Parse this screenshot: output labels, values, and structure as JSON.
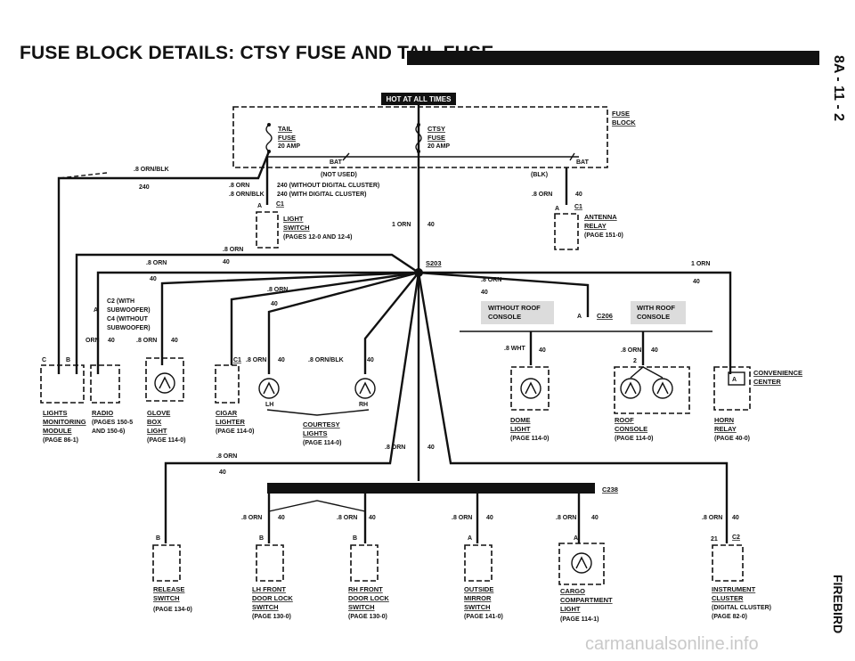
{
  "title": "FUSE BLOCK DETAILS: CTSY FUSE AND TAIL FUSE",
  "side_top": "8A - 11 - 2",
  "side_bottom": "FIREBIRD",
  "watermark": "carmanualsonline.info",
  "hot_label": "HOT AT ALL TIMES",
  "fuse_block": {
    "title": [
      "FUSE",
      "BLOCK"
    ]
  },
  "tail_fuse": [
    "TAIL",
    "FUSE",
    "20 AMP"
  ],
  "ctsy_fuse": [
    "CTSY",
    "FUSE",
    "20 AMP"
  ],
  "bat_left": "BAT",
  "bat_right": "BAT",
  "wire_notes": {
    "orn_blk_top": ".8 ORN/BLK",
    "c240_left": "240",
    "orn_08": ".8 ORN",
    "orn_blk_08": ".8 ORN/BLK",
    "c240_no_digital": "240 (WITHOUT DIGITAL CLUSTER)",
    "c240_digital": "240 (WITH DIGITAL CLUSTER)",
    "not_used": "(NOT USED)",
    "blk": "(BLK)",
    "orn_1": "1 ORN",
    "c40": "40",
    "a": "A",
    "b": "B",
    "c": "C",
    "c1": "C1",
    "c2": "C2",
    "c21": "21",
    "c2_num": "2",
    "orn_wht": ".8 WHT"
  },
  "light_switch": [
    "LIGHT",
    "SWITCH",
    "(PAGES 12-0 AND 12-4)"
  ],
  "antenna_relay": [
    "ANTENNA",
    "RELAY",
    "(PAGE 151-0)"
  ],
  "splices": {
    "s203": "S203",
    "c238": "C238",
    "c206": "C206"
  },
  "c2_note": [
    "C2 (WITH",
    "SUBWOOFER)",
    "C4 (WITHOUT",
    "SUBWOOFER)"
  ],
  "roof": {
    "without": [
      "WITHOUT ROOF",
      "CONSOLE"
    ],
    "with": [
      "WITH ROOF",
      "CONSOLE"
    ]
  },
  "lh": "LH",
  "rh": "RH",
  "components_top": [
    {
      "name": [
        "LIGHTS",
        "MONITORING",
        "MODULE"
      ],
      "page": "(PAGE 86-1)"
    },
    {
      "name": [
        "RADIO"
      ],
      "page": "(PAGES 150-5",
      "page2": "AND 150-6)"
    },
    {
      "name": [
        "GLOVE",
        "BOX",
        "LIGHT"
      ],
      "page": "(PAGE 114-0)"
    },
    {
      "name": [
        "CIGAR",
        "LIGHTER"
      ],
      "page": "(PAGE 114-0)"
    },
    {
      "name": [
        "COURTESY",
        "LIGHTS"
      ],
      "page": "(PAGE 114-0)"
    },
    {
      "name": [
        "DOME",
        "LIGHT"
      ],
      "page": "(PAGE 114-0)"
    },
    {
      "name": [
        "ROOF",
        "CONSOLE"
      ],
      "page": "(PAGE 114-0)"
    },
    {
      "name": [
        "HORN",
        "RELAY"
      ],
      "page": "(PAGE 40-0)"
    },
    {
      "name": [
        "CONVENIENCE",
        "CENTER"
      ],
      "page": ""
    }
  ],
  "components_bottom": [
    {
      "name": [
        "RELEASE",
        "SWITCH"
      ],
      "page": "(PAGE 134-0)"
    },
    {
      "name": [
        "LH FRONT",
        "DOOR LOCK",
        "SWITCH"
      ],
      "page": "(PAGE 130-0)"
    },
    {
      "name": [
        "RH FRONT",
        "DOOR LOCK",
        "SWITCH"
      ],
      "page": "(PAGE 130-0)"
    },
    {
      "name": [
        "OUTSIDE",
        "MIRROR",
        "SWITCH"
      ],
      "page": "(PAGE 141-0)"
    },
    {
      "name": [
        "CARGO",
        "COMPARTMENT",
        "LIGHT"
      ],
      "page": "(PAGE 114-1)"
    },
    {
      "name": [
        "INSTRUMENT",
        "CLUSTER",
        "(DIGITAL CLUSTER)"
      ],
      "page": "(PAGE 82-0)"
    }
  ]
}
